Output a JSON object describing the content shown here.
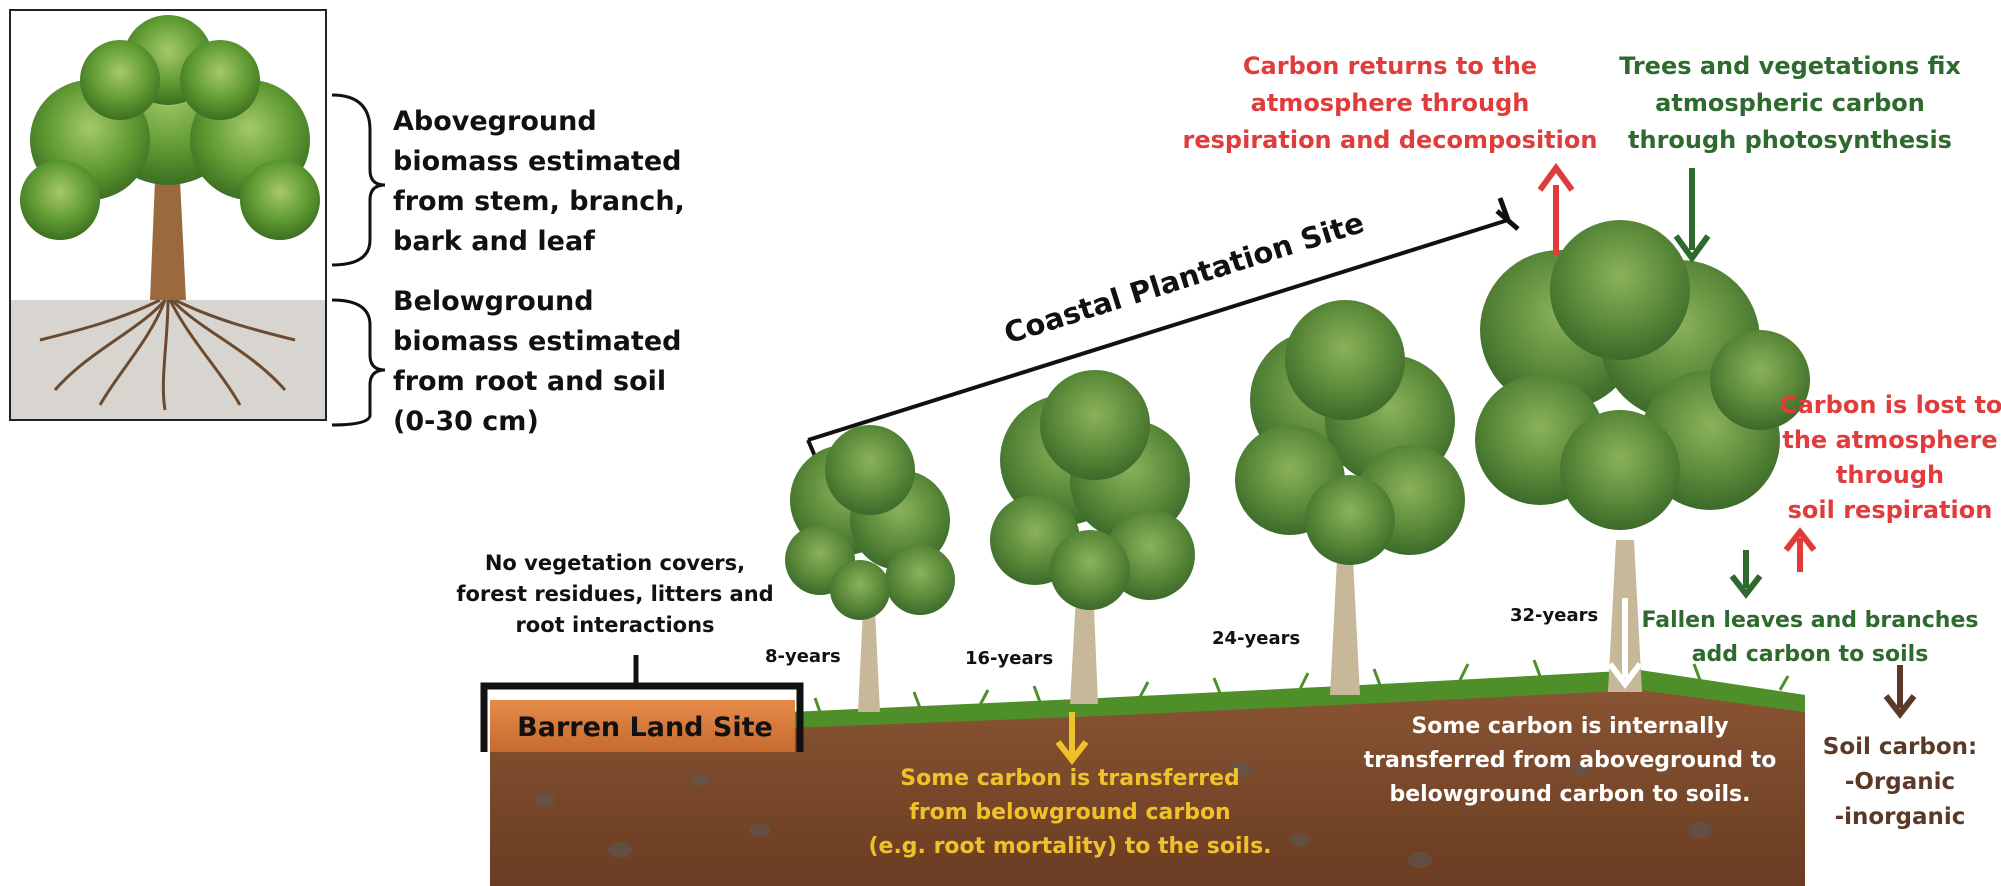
{
  "legend": {
    "aboveground": [
      "Aboveground",
      "biomass estimated",
      "from  stem,  branch,",
      "bark and leaf"
    ],
    "belowground": [
      "Belowground",
      "biomass  estimated",
      "from  root  and  soil",
      "(0-30 cm)"
    ]
  },
  "sites": {
    "coastal": "Coastal Plantation Site",
    "barren": "Barren Land Site",
    "barren_note": [
      "No vegetation covers,",
      "forest residues, litters and",
      "root interactions"
    ]
  },
  "ages": [
    "8-years",
    "16-years",
    "24-years",
    "32-years"
  ],
  "flux": {
    "respiration": [
      "Carbon returns to the",
      "atmosphere through",
      "respiration and decomposition"
    ],
    "photosynthesis": [
      "Trees and vegetations fix",
      "atmospheric carbon",
      "through photosynthesis"
    ],
    "soil_respiration": [
      "Carbon is lost to",
      "the atmosphere",
      "through",
      "soil respiration"
    ],
    "litterfall": [
      "Fallen leaves and branches",
      "add carbon to soils"
    ],
    "soil_carbon": [
      "Soil carbon:",
      "-Organic",
      "-inorganic"
    ],
    "root_transfer": [
      "Some carbon is transferred",
      "from belowground  carbon",
      "(e.g. root mortality) to the soils."
    ],
    "internal_transfer": [
      "Some carbon is internally",
      "transferred from aboveground to",
      "belowground  carbon to soils."
    ]
  },
  "colors": {
    "red": "#e03c3c",
    "green": "#2e6a2e",
    "yellow": "#f0c22a",
    "brown": "#5a3a26",
    "soil": "#7a4a2c",
    "grass": "#4f8f2a",
    "canopy": "#5b8a3a"
  }
}
